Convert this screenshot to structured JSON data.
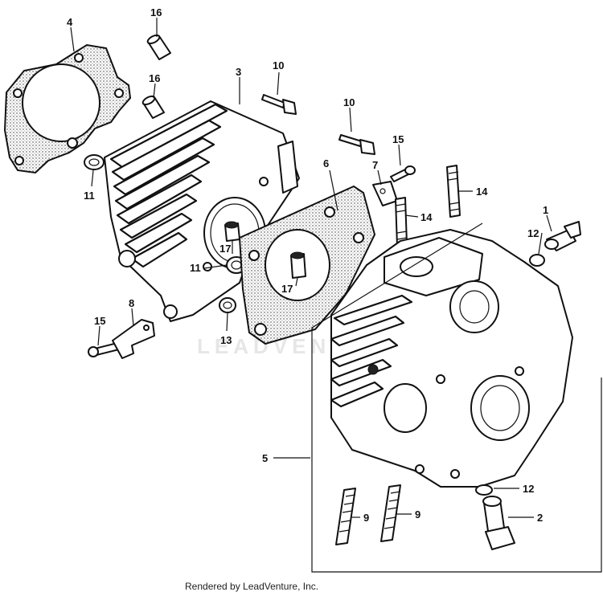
{
  "watermark": "LEADVENTURE",
  "footer": {
    "credit": "Rendered by LeadVenture, Inc."
  },
  "callouts": {
    "c1": "1",
    "c2": "2",
    "c3": "3",
    "c4": "4",
    "c5": "5",
    "c6": "6",
    "c7": "7",
    "c8": "8",
    "c9a": "9",
    "c9b": "9",
    "c10a": "10",
    "c10b": "10",
    "c11a": "11",
    "c11b": "11",
    "c12a": "12",
    "c12b": "12",
    "c13": "13",
    "c14a": "14",
    "c14b": "14",
    "c15a": "15",
    "c15b": "15",
    "c16a": "16",
    "c16b": "16",
    "c17a": "17",
    "c17b": "17"
  }
}
